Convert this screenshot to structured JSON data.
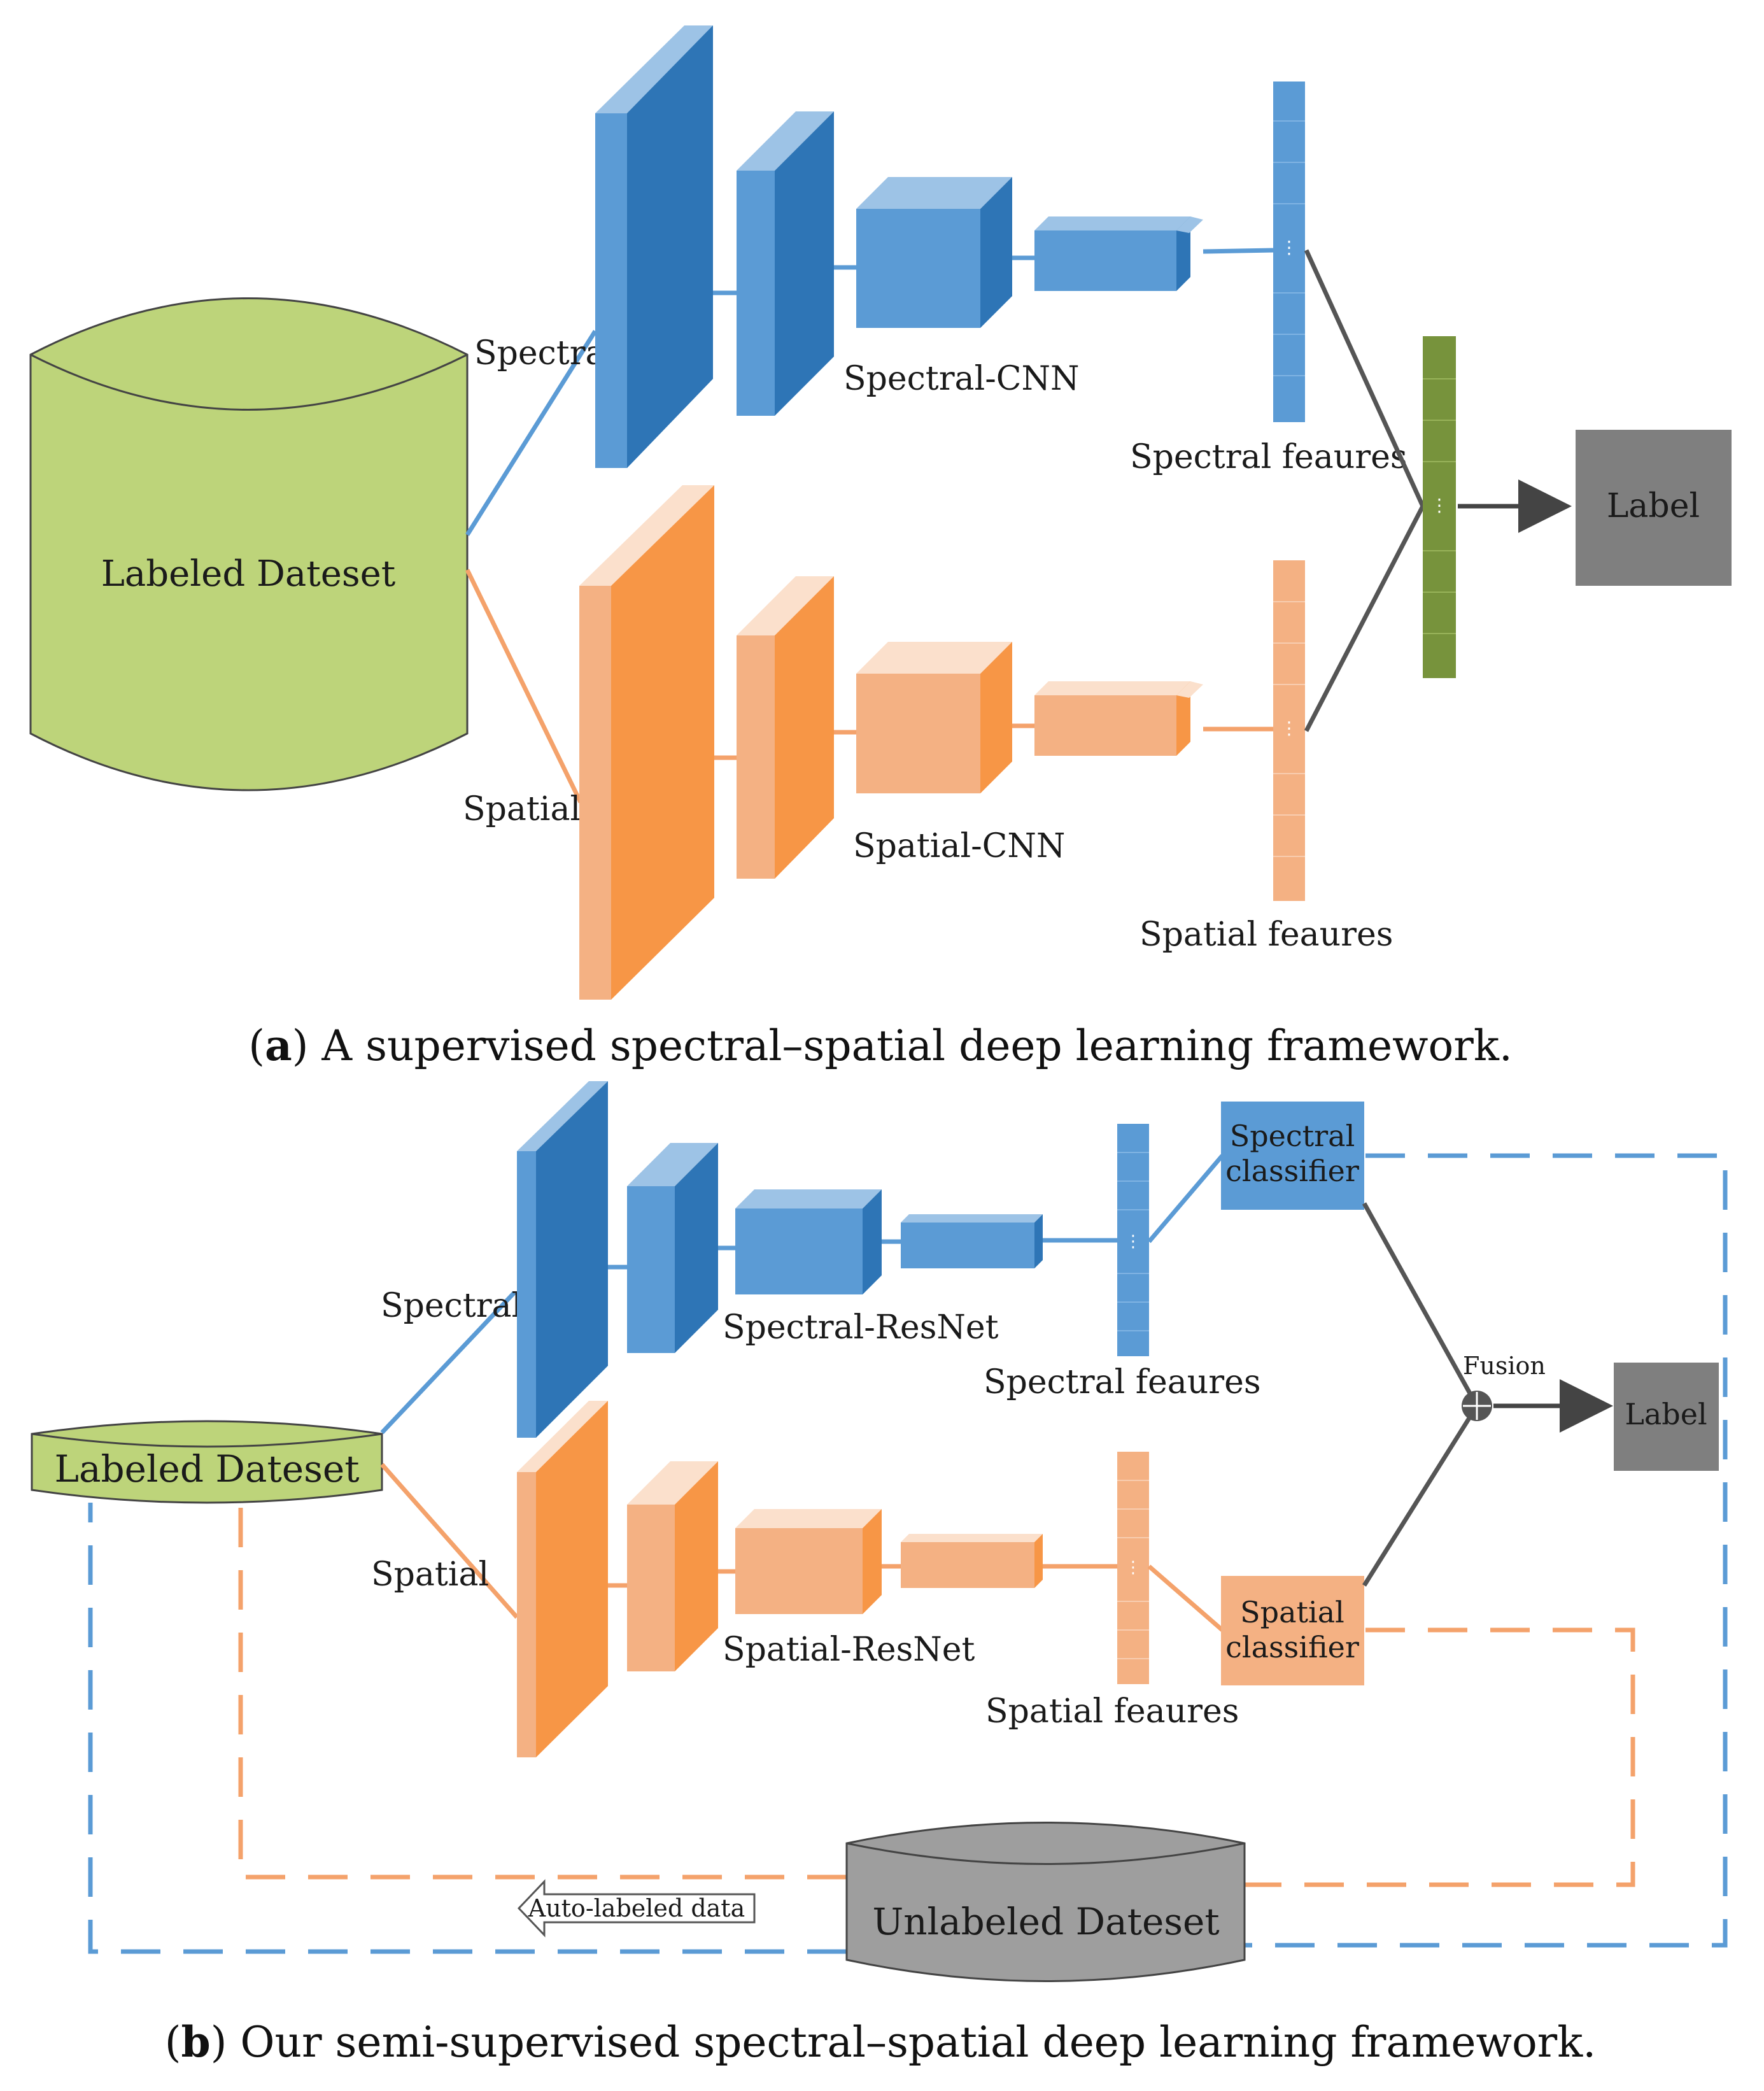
{
  "panel_a": {
    "caption_letter": "a",
    "caption_text": " A supervised spectral–spatial deep learning framework.",
    "dataset_label": "Labeled Dateset",
    "branch_spectral": "Spectral",
    "branch_spatial": "Spatial",
    "spectral_net": "Spectral-CNN",
    "spatial_net": "Spatial-CNN",
    "spectral_features": "Spectral feaures",
    "spatial_features": "Spatial feaures",
    "output_label": "Label"
  },
  "panel_b": {
    "caption_letter": "b",
    "caption_text": " Our semi-supervised spectral–spatial deep learning framework.",
    "dataset_label": "Labeled Dateset",
    "branch_spectral": "Spectral",
    "branch_spatial": "Spatial",
    "spectral_net": "Spectral-ResNet",
    "spatial_net": "Spatial-ResNet",
    "spectral_features": "Spectral feaures",
    "spatial_features": "Spatial feaures",
    "spectral_classifier_l1": "Spectral",
    "spectral_classifier_l2": "classifier",
    "spatial_classifier_l1": "Spatial",
    "spatial_classifier_l2": "classifier",
    "fusion_label": "Fusion",
    "output_label": "Label",
    "unlabeled_label": "Unlabeled Dateset",
    "auto_label": "Auto-labeled data"
  },
  "colors": {
    "blue": "#5b9bd5",
    "blue_dark": "#2e75b6",
    "blue_light": "#9dc3e6",
    "orange": "#f4b183",
    "orange_dark": "#f79646",
    "orange_light": "#fbe0cc",
    "green": "#bdd47a",
    "green_dark": "#77933c",
    "gray": "#7f7f7f",
    "gray_db": "#9e9e9e",
    "line_blue": "#4a90d9",
    "line_orange": "#f4a26b",
    "line_dark": "#555555"
  }
}
